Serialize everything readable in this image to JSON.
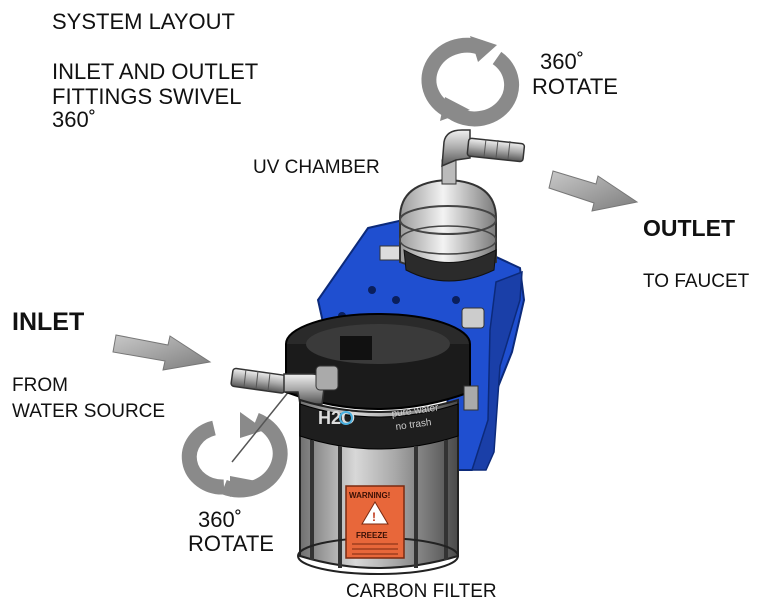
{
  "header": {
    "title": "SYSTEM LAYOUT",
    "note_line1": "INLET AND OUTLET",
    "note_line2": "FITTINGS SWIVEL",
    "note_line3": "360˚"
  },
  "labels": {
    "uv_chamber": "UV CHAMBER",
    "outlet_title": "OUTLET",
    "outlet_sub": "TO FAUCET",
    "inlet_title": "INLET",
    "inlet_sub1": "FROM",
    "inlet_sub2": "WATER SOURCE",
    "rotate_top_deg": "360˚",
    "rotate_top_word": "ROTATE",
    "rotate_bottom_deg": "360˚",
    "rotate_bottom_word": "ROTATE",
    "carbon_filter": "CARBON FILTER"
  },
  "product": {
    "logo_text": "H2O",
    "band_text_line1": "pure water",
    "band_text_line2": "no trash",
    "warning_label": "WARNING!",
    "freeze_label": "FREEZE"
  },
  "colors": {
    "bracket_blue": "#1f4fd0",
    "arrow_gray": "#8a8a8a",
    "label_orange": "#e8673a"
  }
}
